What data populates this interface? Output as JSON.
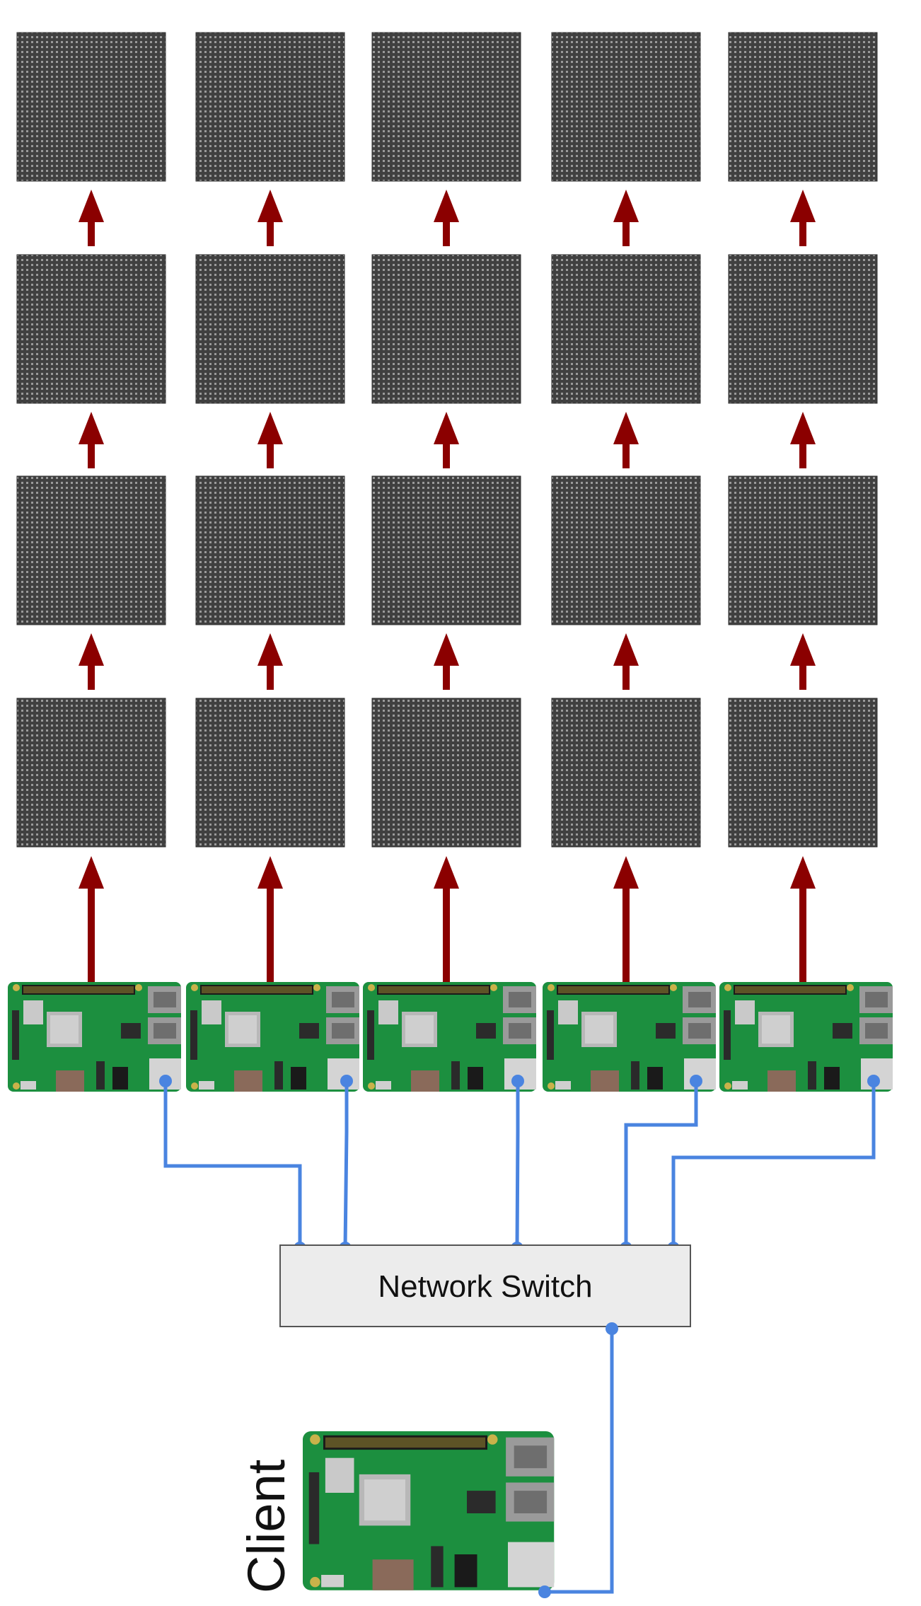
{
  "switch": {
    "label": "Network Switch"
  },
  "client": {
    "label": "Client"
  },
  "colors": {
    "panel": "#404040",
    "panel_led": "#9a9a9a",
    "arrow": "#8b0000",
    "cable": "#4a84e0",
    "switch_fill": "#ececec",
    "switch_border": "#555555",
    "pcb": "#1c8f3f"
  },
  "grid": {
    "columns": 5,
    "rows": 4
  },
  "icons": {
    "panel": "led-matrix-panel-icon",
    "pi": "raspberry-pi-board-icon",
    "arrow": "data-arrow-up-icon",
    "port": "ethernet-port-dot-icon"
  }
}
